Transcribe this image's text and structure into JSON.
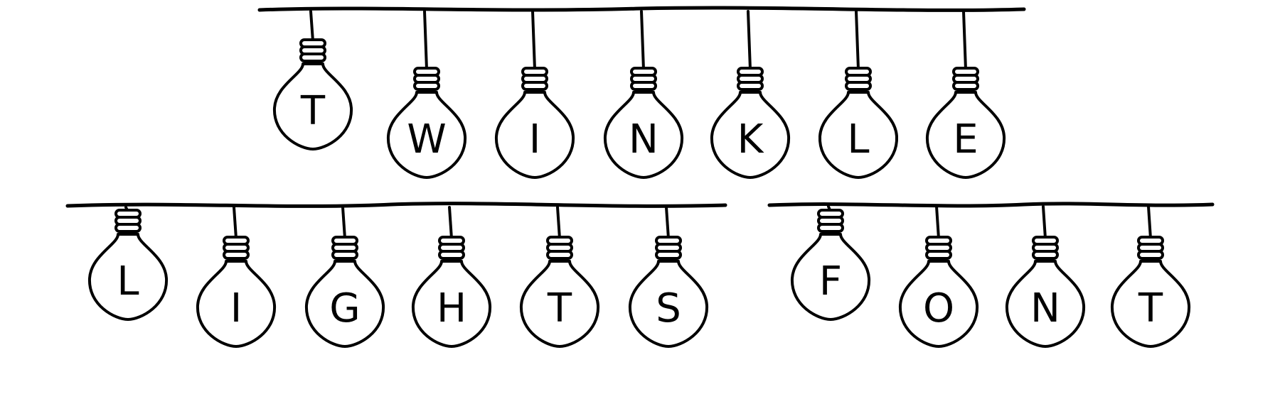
{
  "colors": {
    "ink": "#000000",
    "background": "#ffffff"
  },
  "strands": [
    {
      "name": "twinkle",
      "letters": [
        "T",
        "W",
        "I",
        "N",
        "K",
        "L",
        "E"
      ]
    },
    {
      "name": "lights",
      "letters": [
        "L",
        "I",
        "G",
        "H",
        "T",
        "S"
      ]
    },
    {
      "name": "font",
      "letters": [
        "F",
        "O",
        "N",
        "T"
      ]
    }
  ]
}
